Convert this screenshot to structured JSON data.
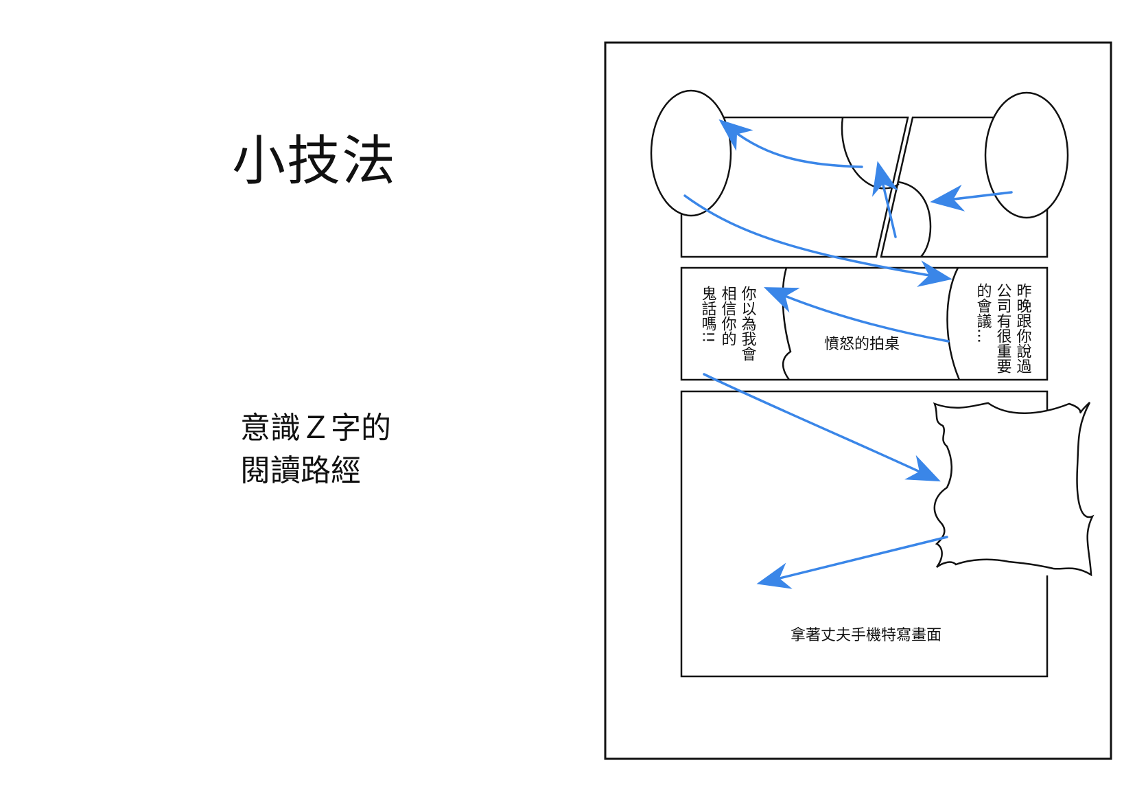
{
  "title": "小技法",
  "subtitle": {
    "line1": "意識Ｚ字的",
    "line2": "閱讀路經"
  },
  "panel2": {
    "bubble_right": [
      "昨晚跟你說過",
      "公司有很重要",
      "的會議…"
    ],
    "center_caption": "憤怒的拍桌",
    "bubble_left": [
      "你以為我會",
      "相信你的",
      "鬼話嗎!!"
    ]
  },
  "panel3": {
    "caption": "拿著丈夫手機特寫畫面"
  },
  "colors": {
    "arrow": "#3a86e8",
    "line": "#111111"
  }
}
